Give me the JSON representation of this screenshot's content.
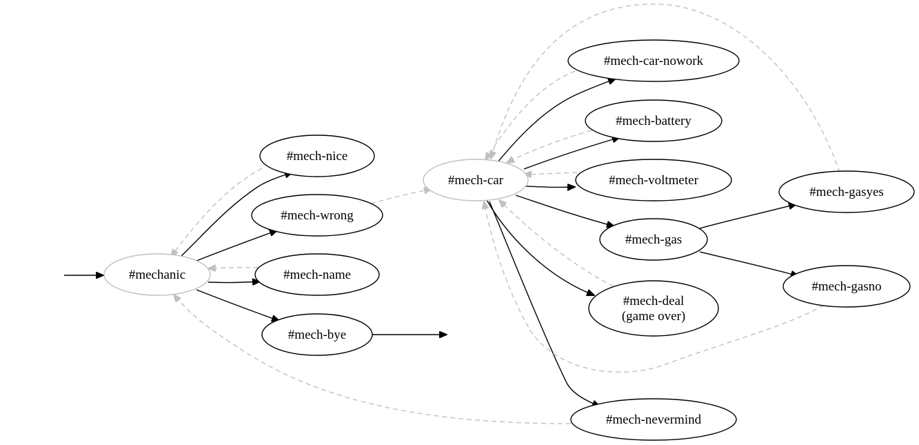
{
  "diagram": {
    "nodes": [
      {
        "id": "mechanic",
        "label": "#mechanic",
        "border": "#c0c0c0"
      },
      {
        "id": "mech-nice",
        "label": "#mech-nice",
        "border": "#000000"
      },
      {
        "id": "mech-wrong",
        "label": "#mech-wrong",
        "border": "#000000"
      },
      {
        "id": "mech-name",
        "label": "#mech-name",
        "border": "#000000"
      },
      {
        "id": "mech-bye",
        "label": "#mech-bye",
        "border": "#000000"
      },
      {
        "id": "mech-car",
        "label": "#mech-car",
        "border": "#c0c0c0"
      },
      {
        "id": "mech-car-nowork",
        "label": "#mech-car-nowork",
        "border": "#000000"
      },
      {
        "id": "mech-battery",
        "label": "#mech-battery",
        "border": "#000000"
      },
      {
        "id": "mech-voltmeter",
        "label": "#mech-voltmeter",
        "border": "#000000"
      },
      {
        "id": "mech-gas",
        "label": "#mech-gas",
        "border": "#000000"
      },
      {
        "id": "mech-deal",
        "label": "#mech-deal\n(game over)",
        "border": "#000000"
      },
      {
        "id": "mech-nevermind",
        "label": "#mech-nevermind",
        "border": "#000000"
      },
      {
        "id": "mech-gasyes",
        "label": "#mech-gasyes",
        "border": "#000000"
      },
      {
        "id": "mech-gasno",
        "label": "#mech-gasno",
        "border": "#000000"
      }
    ],
    "edges": [
      {
        "from": "entry",
        "to": "mechanic",
        "style": "solid"
      },
      {
        "from": "mechanic",
        "to": "mech-nice",
        "style": "solid"
      },
      {
        "from": "mechanic",
        "to": "mech-wrong",
        "style": "solid"
      },
      {
        "from": "mechanic",
        "to": "mech-name",
        "style": "solid"
      },
      {
        "from": "mechanic",
        "to": "mech-bye",
        "style": "solid"
      },
      {
        "from": "mech-bye",
        "to": "exit",
        "style": "solid"
      },
      {
        "from": "mech-nice",
        "to": "mechanic",
        "style": "dashed"
      },
      {
        "from": "mech-name",
        "to": "mechanic",
        "style": "dashed"
      },
      {
        "from": "mech-nevermind",
        "to": "mechanic",
        "style": "dashed"
      },
      {
        "from": "mech-wrong",
        "to": "mech-car",
        "style": "dashed"
      },
      {
        "from": "mech-car",
        "to": "mech-car-nowork",
        "style": "solid"
      },
      {
        "from": "mech-car",
        "to": "mech-battery",
        "style": "solid"
      },
      {
        "from": "mech-car",
        "to": "mech-voltmeter",
        "style": "solid"
      },
      {
        "from": "mech-car",
        "to": "mech-gas",
        "style": "solid"
      },
      {
        "from": "mech-car",
        "to": "mech-deal",
        "style": "solid"
      },
      {
        "from": "mech-car",
        "to": "mech-nevermind",
        "style": "solid"
      },
      {
        "from": "mech-car-nowork",
        "to": "mech-car",
        "style": "dashed"
      },
      {
        "from": "mech-battery",
        "to": "mech-car",
        "style": "dashed"
      },
      {
        "from": "mech-voltmeter",
        "to": "mech-car",
        "style": "dashed"
      },
      {
        "from": "mech-deal",
        "to": "mech-car",
        "style": "dashed"
      },
      {
        "from": "mech-gasyes",
        "to": "mech-car",
        "style": "dashed"
      },
      {
        "from": "mech-gasno",
        "to": "mech-car",
        "style": "dashed"
      },
      {
        "from": "mech-gas",
        "to": "mech-gasyes",
        "style": "solid"
      },
      {
        "from": "mech-gas",
        "to": "mech-gasno",
        "style": "solid"
      }
    ]
  },
  "colors": {
    "solid_edge": "#000000",
    "dashed_edge": "#c0c0c0",
    "node_text": "#000000",
    "background": "#ffffff"
  }
}
